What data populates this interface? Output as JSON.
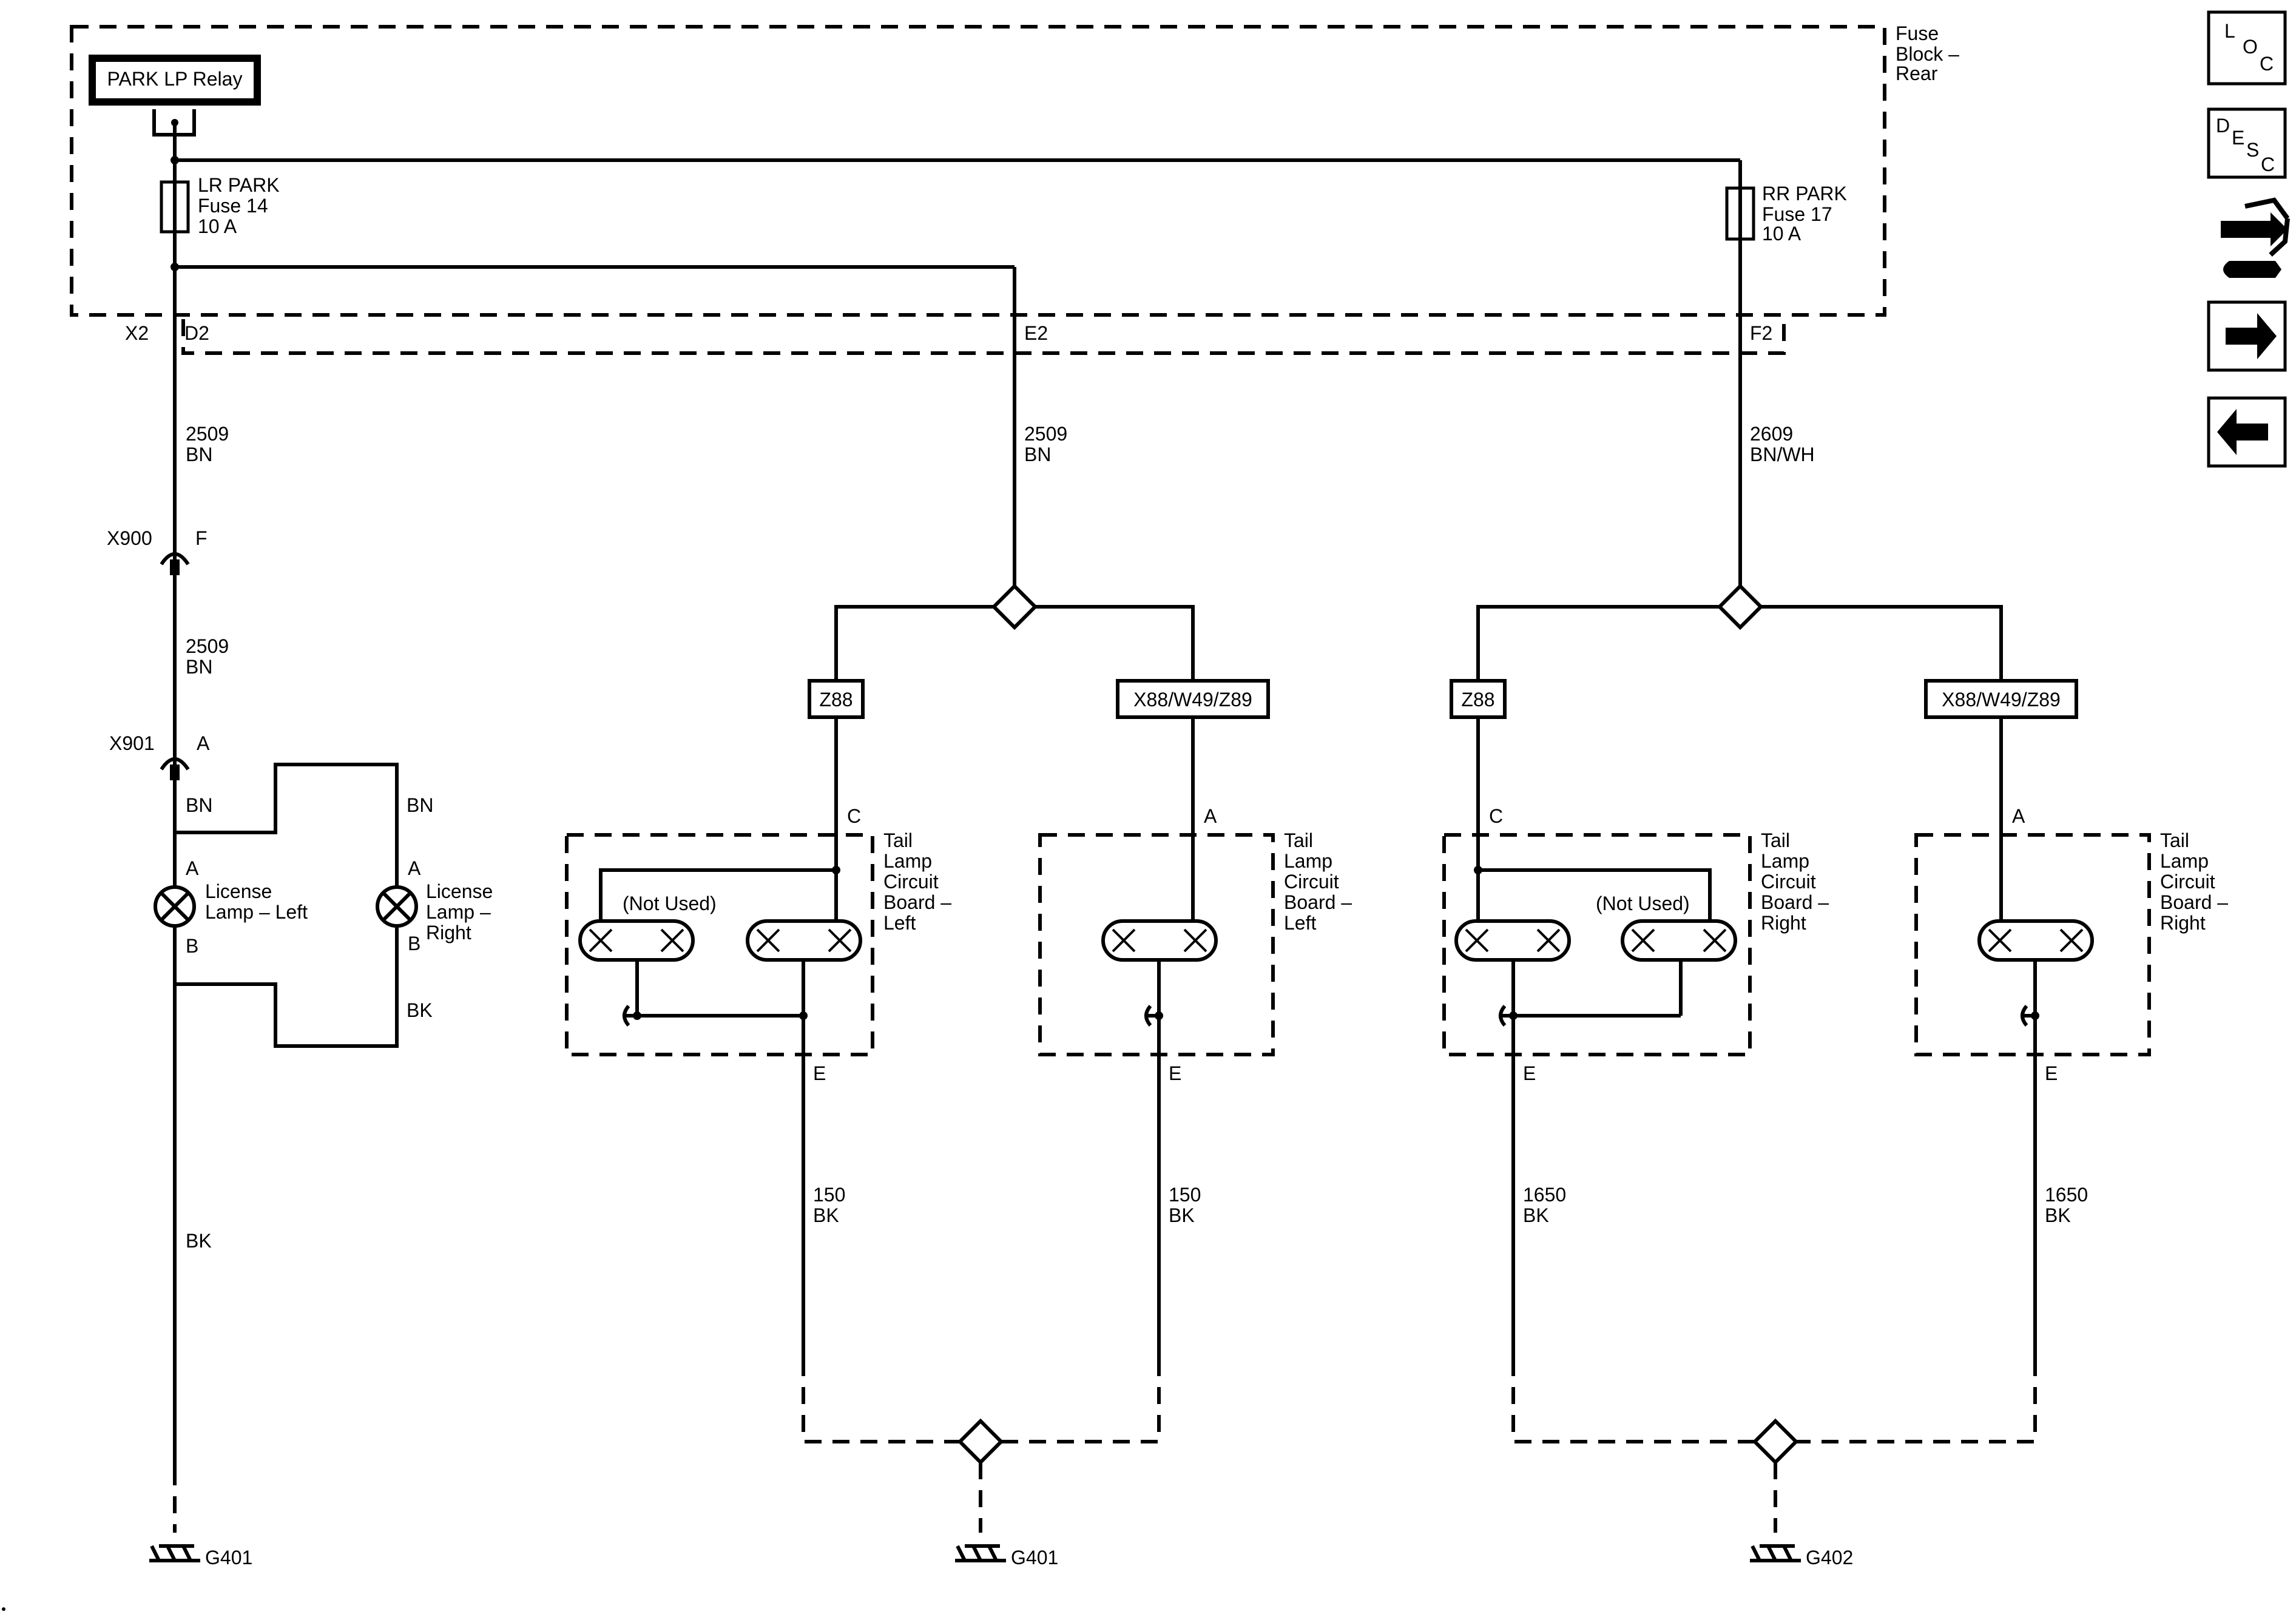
{
  "fuse_block": {
    "label_line1": "Fuse",
    "label_line2": "Block –",
    "label_line3": "Rear"
  },
  "relay": {
    "label": "PARK LP Relay"
  },
  "fuses": [
    {
      "name": "LR PARK",
      "fuse": "Fuse 14",
      "rating": "10 A"
    },
    {
      "name": "RR PARK",
      "fuse": "Fuse 17",
      "rating": "10 A"
    }
  ],
  "connectors": {
    "x2": "X2",
    "d2": "D2",
    "e2": "E2",
    "f2": "F2",
    "x900": "X900",
    "x900_pin": "F",
    "x901": "X901",
    "x901_pin": "A"
  },
  "circuits": {
    "c2509_a": {
      "num": "2509",
      "color": "BN"
    },
    "c2509_b": {
      "num": "2509",
      "color": "BN"
    },
    "c2509_c": {
      "num": "2509",
      "color": "BN"
    },
    "c2609": {
      "num": "2609",
      "color": "BN/WH"
    },
    "c150_a": {
      "num": "150",
      "color": "BK"
    },
    "c150_b": {
      "num": "150",
      "color": "BK"
    },
    "c1650_a": {
      "num": "1650",
      "color": "BK"
    },
    "c1650_b": {
      "num": "1650",
      "color": "BK"
    }
  },
  "license_lamps": {
    "left_line1": "License",
    "left_line2": "Lamp – Left",
    "right_line1": "License",
    "right_line2": "Lamp –",
    "right_line3": "Right",
    "pin_a": "A",
    "pin_b": "B",
    "wire_bn": "BN",
    "wire_bk": "BK"
  },
  "options": {
    "z88": "Z88",
    "x88": "X88/W49/Z89"
  },
  "pins": {
    "c": "C",
    "a": "A",
    "e": "E"
  },
  "boards": {
    "left": [
      "Tail",
      "Lamp",
      "Circuit",
      "Board –",
      "Left"
    ],
    "right": [
      "Tail",
      "Lamp",
      "Circuit",
      "Board –",
      "Right"
    ],
    "not_used": "(Not Used)"
  },
  "grounds": {
    "g401": "G401",
    "g402": "G402"
  },
  "nav": {
    "loc": [
      "L",
      "O",
      "C"
    ],
    "desc": [
      "D",
      "E",
      "S",
      "C"
    ]
  }
}
